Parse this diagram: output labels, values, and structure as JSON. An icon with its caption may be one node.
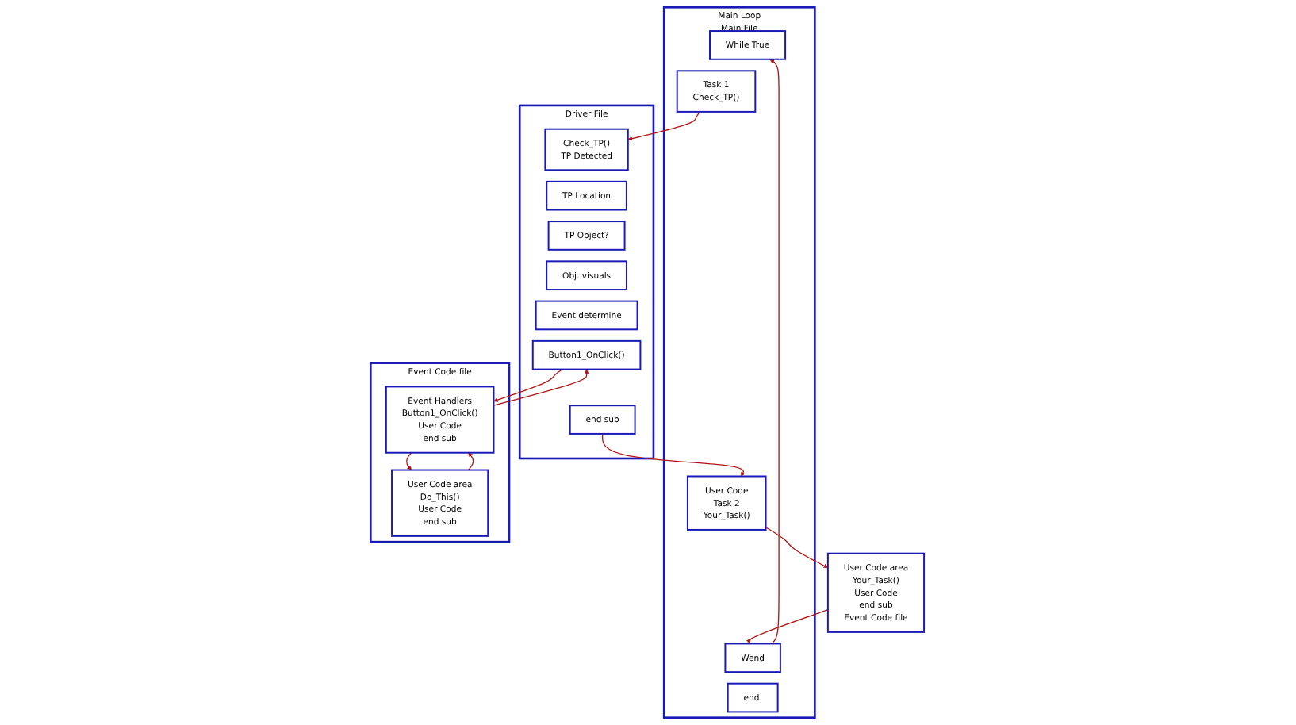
{
  "diagram": {
    "nodes": [
      {
        "text": [
          "Main Loop"
        ],
        "beside": [
          "Main File"
        ]
      },
      {
        "text": [
          "While True"
        ],
        "in": 0
      },
      {
        "text": [
          "Task 1",
          "Check_TP()"
        ],
        "in": 0
      },
      {
        "text": [
          "User Code",
          "Task 2",
          "Your_Task()"
        ],
        "in": 0
      },
      {
        "text": [
          "Wend"
        ],
        "in": 0
      },
      {
        "text": [
          "end."
        ],
        "in": 0
      },
      {
        "text": [
          "Driver File"
        ]
      },
      {
        "text": [
          "Check_TP()",
          "TP Detected"
        ],
        "in": 6
      },
      {
        "text": [
          "TP Location"
        ],
        "in": 6
      },
      {
        "text": [
          "TP Object?"
        ],
        "in": 6
      },
      {
        "text": [
          "Obj. visuals"
        ],
        "in": 6
      },
      {
        "text": [
          "Event determine"
        ],
        "in": 6
      },
      {
        "text": [
          "Button1_OnClick()"
        ],
        "in": 6
      },
      {
        "text": [
          "end sub"
        ],
        "in": 6
      },
      {
        "text": [
          "Event Code file"
        ]
      },
      {
        "text": [
          "User Code area",
          "Do_This()",
          "User Code",
          "end sub"
        ],
        "in": 14
      },
      {
        "text": [
          "Event Handlers",
          "Button1_OnClick()",
          "User Code",
          "end sub"
        ],
        "in": 14
      },
      {
        "text": [
          "User Code area",
          "Your_Task()",
          "User Code",
          "end sub",
          "Event Code file"
        ]
      }
    ],
    "edges": [
      {
        "from": 4,
        "to": 1,
        "arrow": "to"
      },
      {
        "from": 2,
        "to": 7,
        "arrow": "to"
      },
      {
        "from": 13,
        "to": 3,
        "arrow": "to"
      },
      {
        "from": 3,
        "to": 17,
        "arrow": "to"
      },
      {
        "from": 17,
        "to": 4,
        "arrow": "to"
      },
      {
        "from": 12,
        "to": 16,
        "arrow": "to"
      },
      {
        "from": 16,
        "to": 12,
        "arrow": "to"
      },
      {
        "from": 16,
        "to": 15,
        "arrow": "to"
      },
      {
        "from": 15,
        "to": 16,
        "arrow": "to"
      }
    ]
  }
}
